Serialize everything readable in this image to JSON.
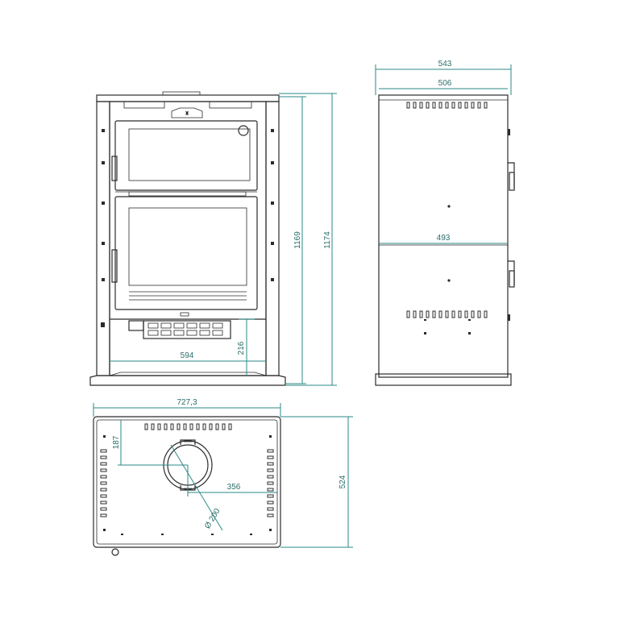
{
  "colors": {
    "line": "#2b2b2b",
    "dimension": "#2a8a86",
    "dimension_text": "#2a6e6a",
    "background": "#ffffff"
  },
  "dimensions": {
    "front_height_inner": "1169",
    "front_height_outer": "1174",
    "front_width_legs": "594",
    "front_base_height": "216",
    "side_depth_outer": "543",
    "side_depth_top": "506",
    "side_depth_mid": "493",
    "top_width": "727,3",
    "top_depth": "524",
    "top_flue_offset_y": "187",
    "top_flue_offset_x": "356",
    "top_flue_diameter": "Ø 200"
  }
}
